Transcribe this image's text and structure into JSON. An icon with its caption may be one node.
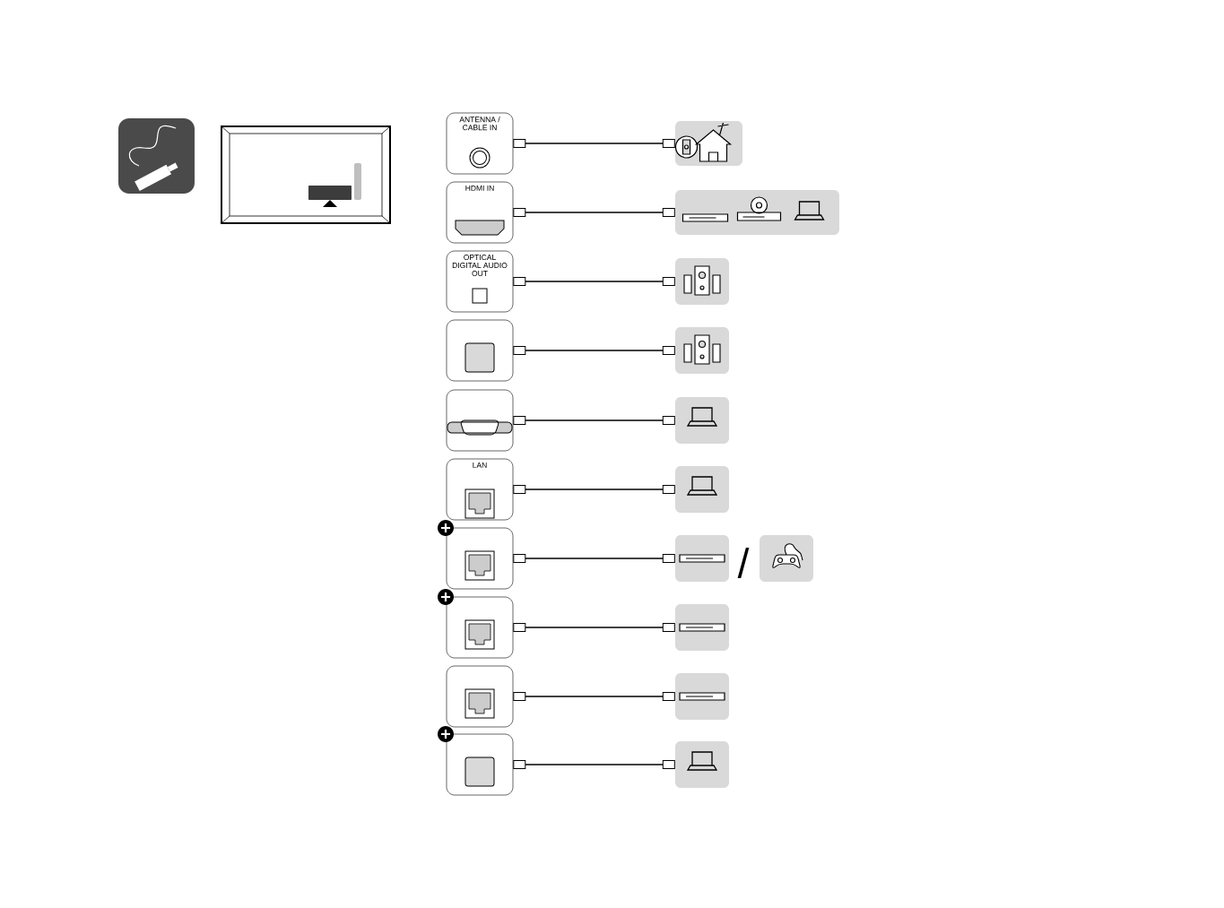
{
  "diagram": {
    "nodes": [
      {
        "text": [
          "ANTENNA / CABLE IN"
        ]
      },
      {
        "text": [],
        "shape": "box"
      },
      {
        "text": [
          "HDMI IN"
        ]
      },
      {
        "text": [],
        "shape": "box"
      },
      {
        "text": [
          "OPTICAL DIGITAL AUDIO OUT"
        ]
      },
      {
        "text": [],
        "shape": "box"
      },
      {
        "text": [],
        "shape": "box"
      },
      {
        "text": [],
        "shape": "box"
      },
      {
        "text": [],
        "shape": "box"
      },
      {
        "text": [],
        "shape": "box"
      },
      {
        "text": [
          "LAN"
        ]
      },
      {
        "text": [],
        "shape": "box"
      },
      {
        "text": [],
        "shape": "box"
      },
      {
        "text": [],
        "shape": "box"
      },
      {
        "text": [],
        "shape": "box"
      },
      {
        "text": [],
        "shape": "box"
      },
      {
        "text": [],
        "shape": "box"
      },
      {
        "text": [],
        "shape": "box"
      },
      {
        "text": [],
        "shape": "box"
      },
      {
        "text": [],
        "shape": "box"
      },
      {
        "text": [],
        "shape": "box"
      }
    ],
    "edges": [
      {
        "from": 0,
        "to": 1,
        "arrow": "other"
      },
      {
        "from": 2,
        "to": 3,
        "arrow": "other"
      },
      {
        "from": 4,
        "to": 5,
        "arrow": "other"
      },
      {
        "from": 6,
        "to": 7,
        "arrow": "other"
      },
      {
        "from": 8,
        "to": 9,
        "arrow": "other"
      },
      {
        "from": 10,
        "to": 11,
        "arrow": "other"
      },
      {
        "from": 12,
        "to": 13,
        "arrow": "other"
      },
      {
        "from": 15,
        "to": 16,
        "arrow": "other"
      },
      {
        "from": 17,
        "to": 18,
        "arrow": "other"
      },
      {
        "from": 19,
        "to": 20,
        "arrow": "other"
      }
    ],
    "labels": [
      "/"
    ]
  }
}
